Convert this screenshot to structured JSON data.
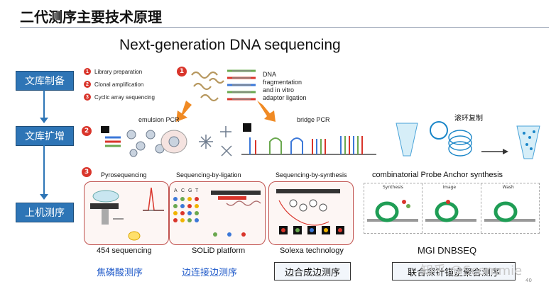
{
  "slide": {
    "title": "二代测序主要技术原理",
    "page_number": "40"
  },
  "figure": {
    "heading": "Next-generation DNA sequencing",
    "steps": [
      {
        "num": "1",
        "label": "Library preparation"
      },
      {
        "num": "2",
        "label": "Clonal amplification"
      },
      {
        "num": "3",
        "label": "Cyclic array sequencing"
      }
    ],
    "library_text": [
      "DNA",
      "fragmentation",
      "and in vitro",
      "adaptor ligation"
    ],
    "emulsion_label": "emulsion PCR",
    "bridge_label": "bridge PCR",
    "rolling_label": "滚环复制",
    "methods": [
      "Pyrosequencing",
      "Sequencing-by-ligation",
      "Sequencing-by-synthesis"
    ],
    "cpas_label": "combinatorial Probe Anchor synthesis",
    "platforms": [
      "454 sequencing",
      "SOLiD platform",
      "Solexa technology"
    ],
    "mgi_label": "MGI DNBSEQ",
    "mgi_panels": [
      "Synthesis",
      "Image",
      "Wash"
    ]
  },
  "stages": [
    "文库制备",
    "文库扩增",
    "上机测序"
  ],
  "cn_methods": [
    "焦磷酸测序",
    "边连接边测序",
    "边合成边测序",
    "联合探针锚定聚合测序"
  ],
  "watermark": "知乎 @Scommie",
  "colors": {
    "stage_blue": "#2e75b6",
    "accent_red": "#d9352b",
    "orange_arrow": "#f08a24",
    "cn_blue": "#1a56c8"
  }
}
